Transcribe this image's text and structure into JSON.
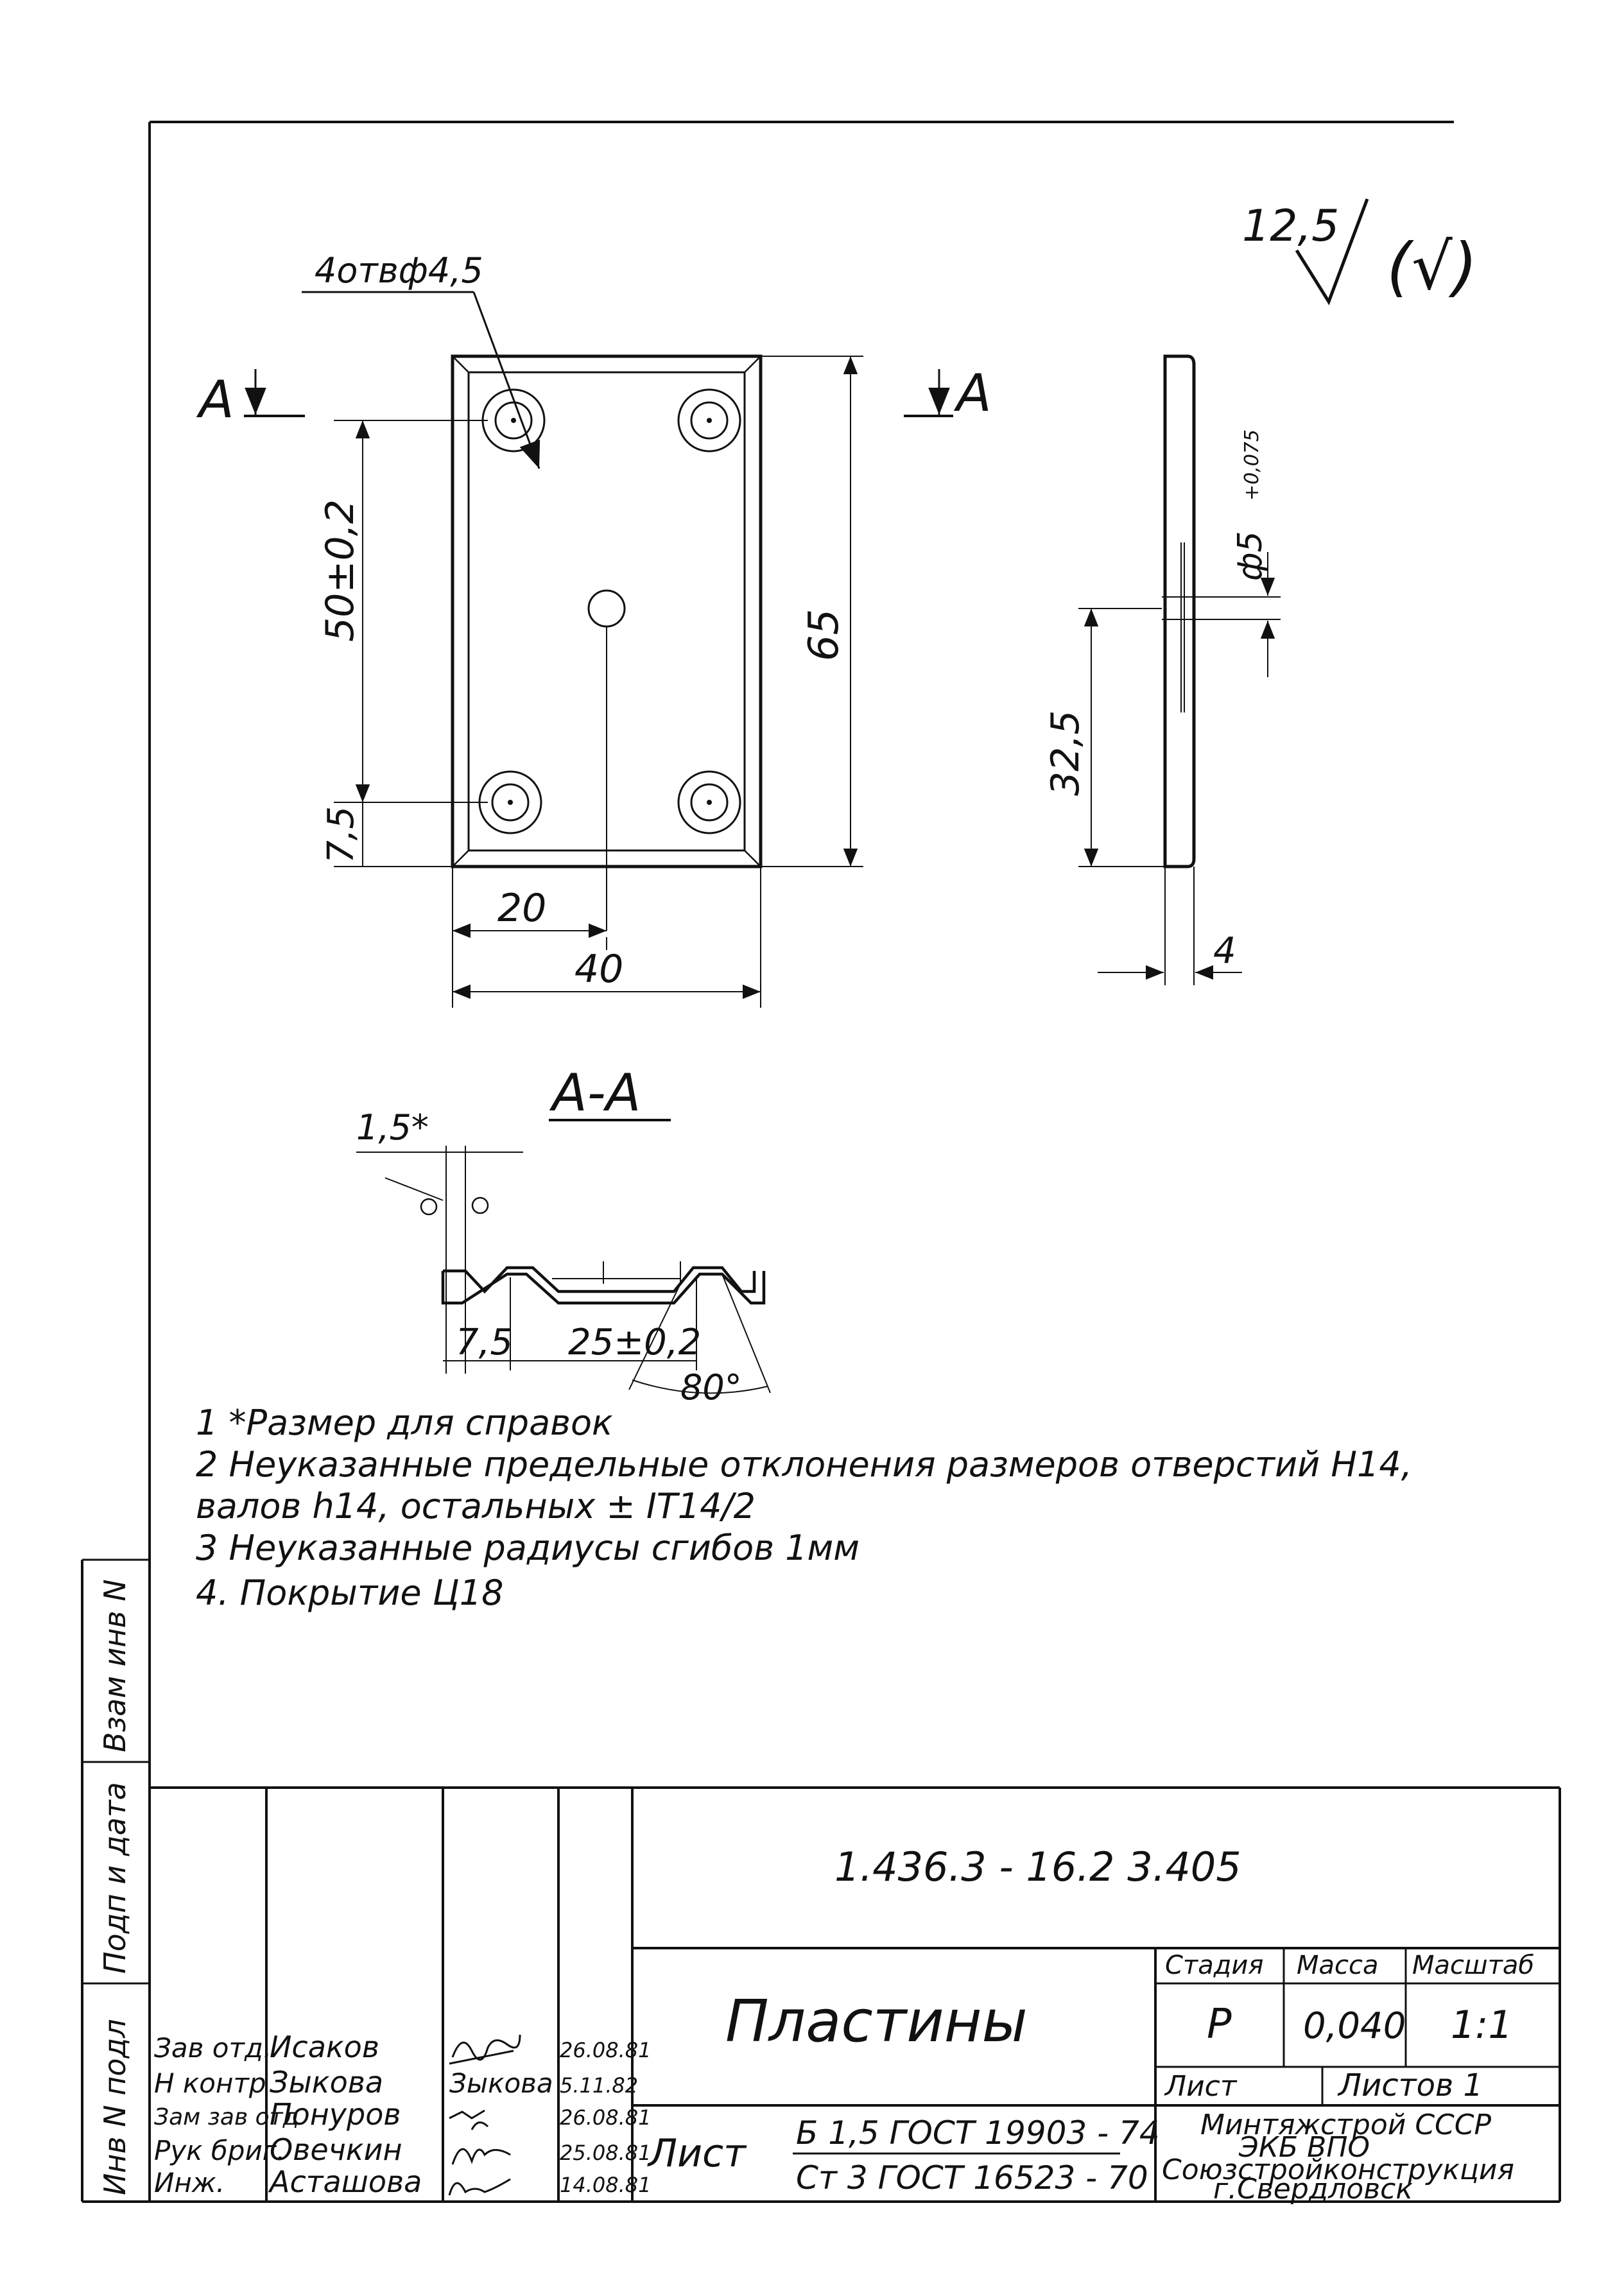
{
  "roughness": {
    "value": "12,5",
    "remaining": "(√)"
  },
  "front_view": {
    "holes_callout": "4отвф4,5",
    "section_marker": "A",
    "dims": {
      "hole_pitch_v": "50±0,2",
      "height": "65",
      "edge_offset_v": "7,5",
      "hole_pitch_h": "20",
      "width": "40"
    }
  },
  "side_view": {
    "hole_dia": "ф5",
    "hole_tol": "+0,075",
    "center_height": "32,5",
    "thickness": "4"
  },
  "section": {
    "title": "A-A",
    "dims": {
      "bead_width": "1,5*",
      "edge_offset": "7,5",
      "pitch": "25±0,2",
      "angle": "80°"
    }
  },
  "notes": [
    "1  *Размер для справок",
    "2  Неуказанные предельные отклонения размеров отверстий Н14,",
    "    валов h14, остальных ± IT14/2",
    "3  Неуказанные радиусы сгибов 1мм",
    "4. Покрытие Ц18"
  ],
  "side_stamp": {
    "cells": [
      "Инв N подл",
      "Подп и дата",
      "Взам инв N"
    ]
  },
  "title_block": {
    "doc_number": "1.436.3 - 16.2   3.405",
    "part_name": "Пластины",
    "stage_header": "Стадия",
    "mass_header": "Масса",
    "scale_header": "Масштаб",
    "stage": "Р",
    "mass": "0,040",
    "scale": "1:1",
    "sheet_label": "Лист",
    "sheets_label": "Листов 1",
    "material_sheet_word": "Лист",
    "material_top": "Б 1,5 ГОСТ 19903 - 74",
    "material_bottom": "Ст 3 ГОСТ 16523 - 70",
    "organization": [
      "Минтяжстрой СССР",
      "ЭКБ ВПО",
      "Союзстройконструкция",
      "г.Свердловск"
    ],
    "roles": [
      "Зав отд.",
      "Н контр",
      "Зам зав отд",
      "Рук бриг.",
      "Инж."
    ],
    "names": [
      "Исаков",
      "Зыкова",
      "Понуров",
      "Овечкин",
      "Асташова"
    ],
    "signatures": [
      "",
      "Зыкова",
      "",
      "",
      ""
    ],
    "dates": [
      "26.08.81",
      "5.11.82",
      "26.08.81",
      "25.08.81",
      "14.08.81"
    ]
  }
}
